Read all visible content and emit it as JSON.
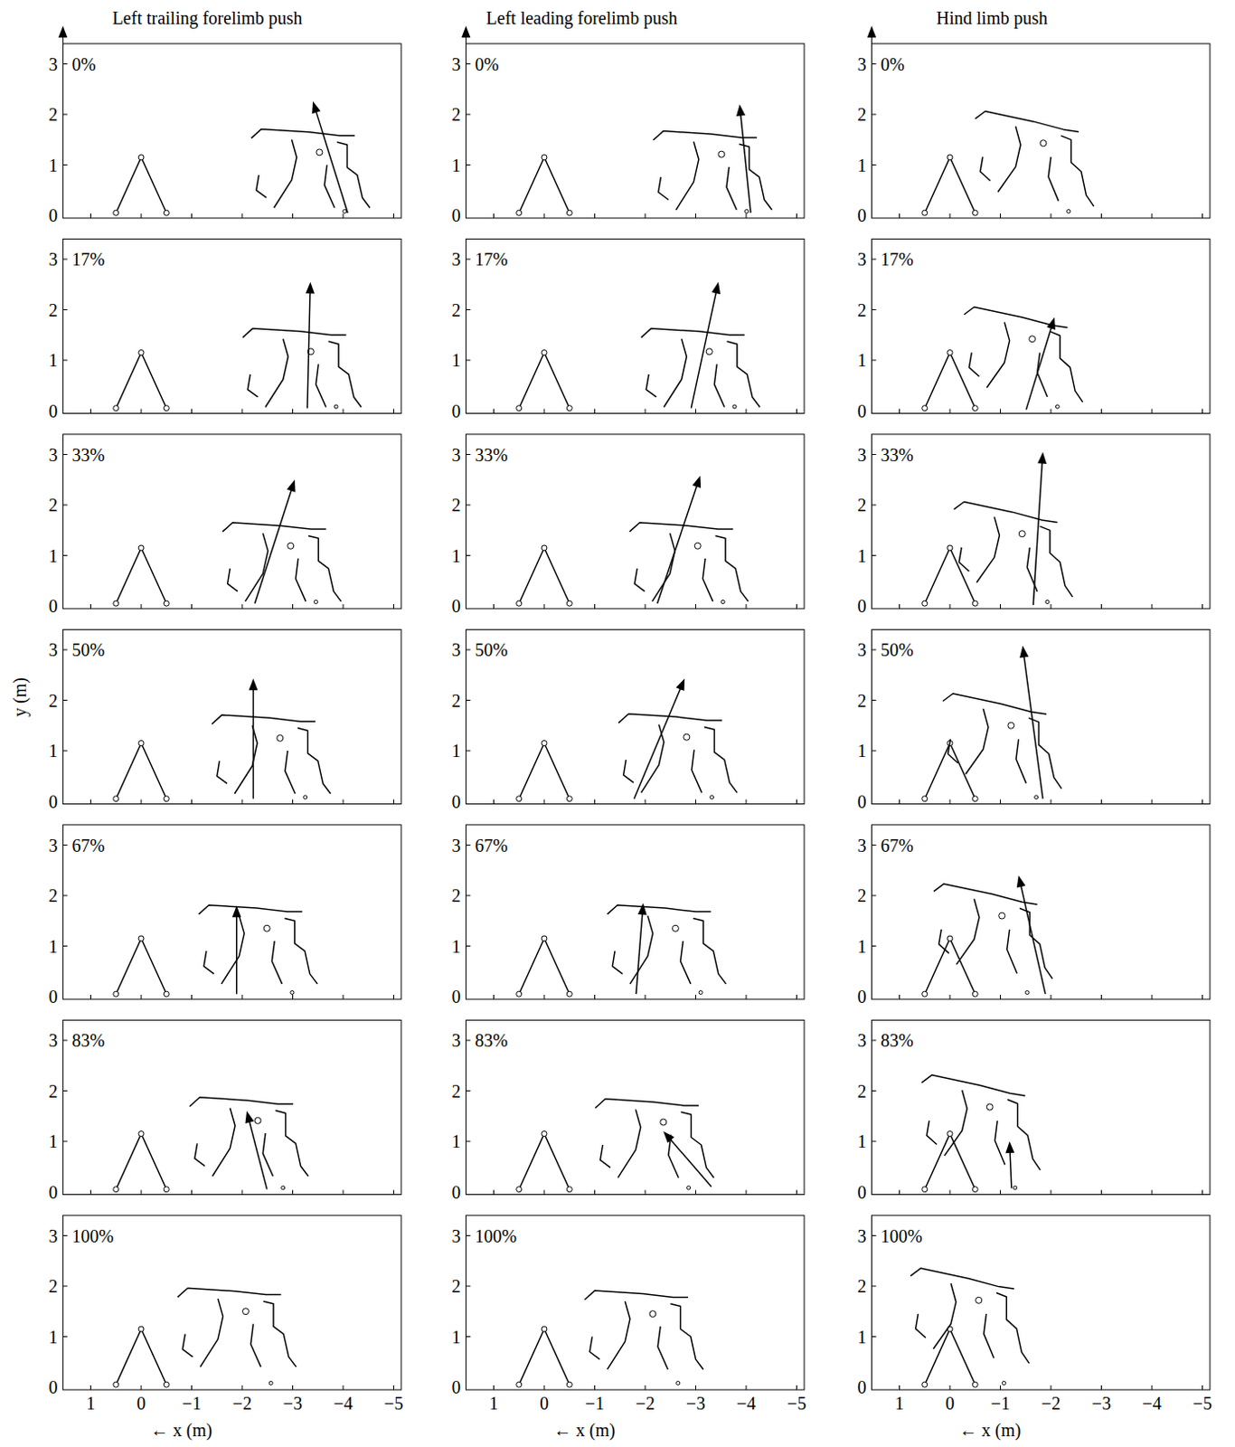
{
  "diagram": {
    "labels": [
      "Left trailing forelimb push",
      "Left leading forelimb push",
      "Hind limb push",
      "0%",
      "3",
      "2",
      "1",
      "0",
      "17%",
      "3",
      "2",
      "1",
      "0",
      "33%",
      "3",
      "2",
      "1",
      "0",
      "50%",
      "3",
      "2",
      "1",
      "0",
      "67%",
      "3",
      "2",
      "1",
      "0",
      "83%",
      "3",
      "2",
      "1",
      "0",
      "100%",
      "3",
      "2",
      "1",
      "0",
      "0%",
      "3",
      "2",
      "1",
      "0",
      "17%",
      "3",
      "2",
      "1",
      "0",
      "33%",
      "3",
      "2",
      "1",
      "0",
      "50%",
      "3",
      "2",
      "1",
      "0",
      "67%",
      "3",
      "2",
      "1",
      "0",
      "83%",
      "3",
      "2",
      "1",
      "0",
      "100%",
      "3",
      "2",
      "1",
      "0",
      "0%",
      "3",
      "2",
      "1",
      "0",
      "17%",
      "3",
      "2",
      "1",
      "0",
      "33%",
      "3",
      "2",
      "1",
      "0",
      "50%",
      "3",
      "2",
      "1",
      "0",
      "67%",
      "3",
      "2",
      "1",
      "0",
      "83%",
      "3",
      "2",
      "1",
      "0",
      "100%",
      "3",
      "2",
      "1",
      "0",
      "1",
      "0",
      "−1",
      "−2",
      "−3",
      "−4",
      "−5",
      "1",
      "0",
      "−1",
      "−2",
      "−3",
      "−4",
      "−5",
      "1",
      "0",
      "−1",
      "−2",
      "−3",
      "−4",
      "−5",
      "← x (m)",
      "← x (m)",
      "← x (m)",
      "y (m)"
    ]
  }
}
